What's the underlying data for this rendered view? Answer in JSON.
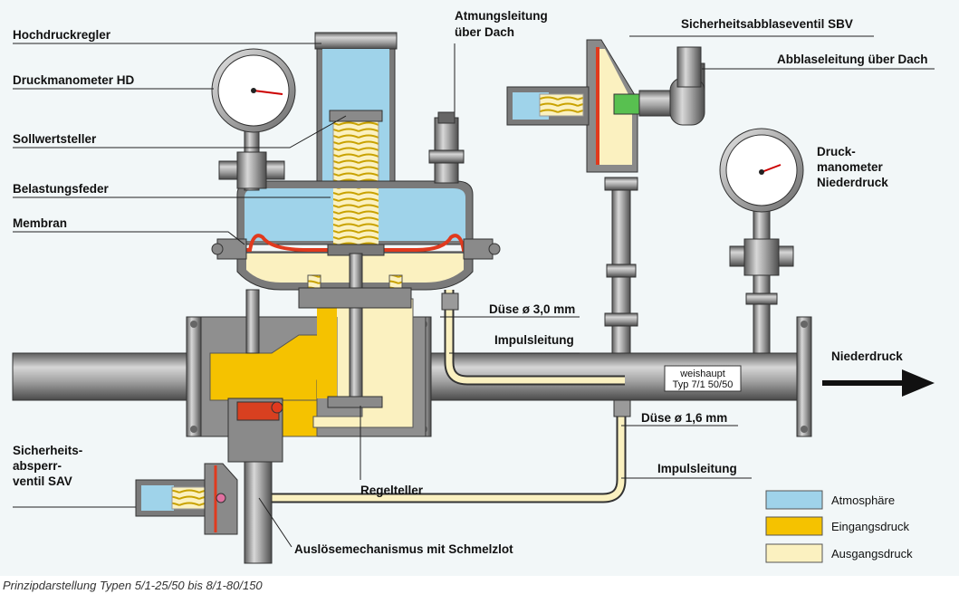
{
  "colors": {
    "atmosphere": "#9fd3ea",
    "inlet": "#f5c200",
    "outlet": "#fbf1c0",
    "steel": "#9a9a9a",
    "membrane": "#e03a1e",
    "background": "#f2f7f8"
  },
  "labels": {
    "hochdruckregler": "Hochdruckregler",
    "druckmanometer_hd": "Druckmanometer HD",
    "sollwertsteller": "Sollwertsteller",
    "belastungsfeder": "Belastungsfeder",
    "membran": "Membran",
    "atmungsleitung_1": "Atmungsleitung",
    "atmungsleitung_2": "über Dach",
    "sbv": "Sicherheitsabblaseventil SBV",
    "abblaseleitung": "Abblaseleitung über Dach",
    "druckmanometer_nd_1": "Druck-",
    "druckmanometer_nd_2": "manometer",
    "druckmanometer_nd_3": "Niederdruck",
    "duese_30": "Düse ø 3,0 mm",
    "impulsleitung_1": "Impulsleitung",
    "niederdruck": "Niederdruck",
    "duese_16": "Düse ø 1,6 mm",
    "impulsleitung_2": "Impulsleitung",
    "regelteller": "Regelteller",
    "sav_1": "Sicherheits-",
    "sav_2": "absperr-",
    "sav_3": "ventil SAV",
    "ausloese": "Auslösemechanismus mit Schmelzlot",
    "brand": "weishaupt",
    "typ": "Typ 7/1 50/50"
  },
  "legend": [
    {
      "label": "Atmosphäre",
      "color": "#9fd3ea"
    },
    {
      "label": "Eingangsdruck",
      "color": "#f5c200"
    },
    {
      "label": "Ausgangsdruck",
      "color": "#fbf1c0"
    }
  ],
  "caption": "Prinzipdarstellung Typen 5/1-25/50 bis 8/1-80/150"
}
